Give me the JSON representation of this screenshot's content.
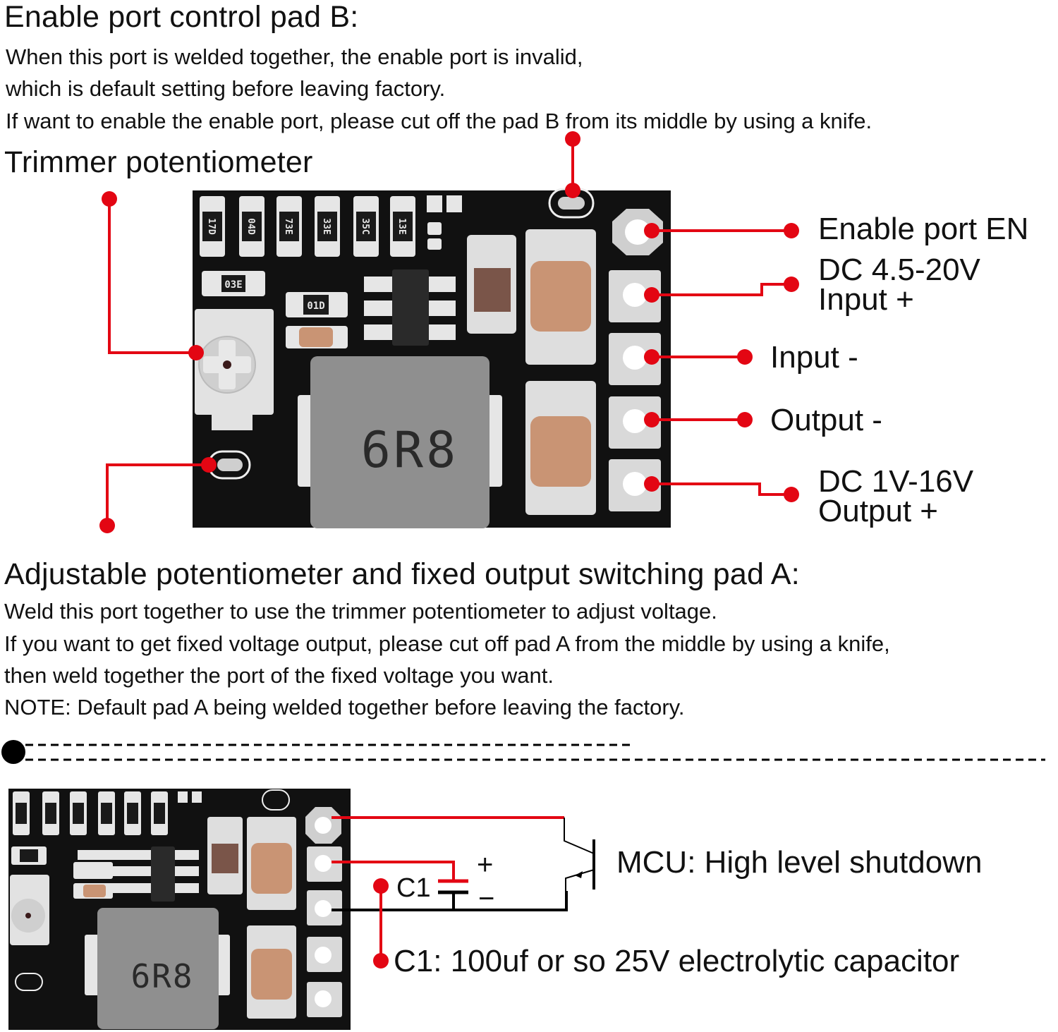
{
  "section_b": {
    "heading": "Enable port control pad B:",
    "lines": [
      "When this port is welded together, the enable port is invalid,",
      "which is default setting before leaving factory.",
      "If want to enable the enable port, please cut off the pad B from its middle by using a knife."
    ]
  },
  "trimmer_label": "Trimmer potentiometer",
  "pin_labels": {
    "enable": "Enable port EN",
    "input_plus_line1": "DC 4.5-20V",
    "input_plus_line2": "Input +",
    "input_minus": "Input -",
    "output_minus": "Output -",
    "output_plus_line1": "DC 1V-16V",
    "output_plus_line2": "Output +"
  },
  "board": {
    "inductor_marking": "6R8",
    "resistor_markings": [
      "17D",
      "04D",
      "73E",
      "33E",
      "35C",
      "13E"
    ],
    "small_resistor_markings": [
      "03E",
      "01D"
    ]
  },
  "section_a": {
    "heading": "Adjustable potentiometer and fixed output switching pad A:",
    "lines": [
      "Weld this port together to use the trimmer potentiometer to adjust voltage.",
      "If you want to get fixed voltage output, please cut off pad A from the middle by using a knife,",
      "then weld together the port of the fixed voltage you want.",
      "NOTE: Default pad A being welded together before leaving the factory."
    ]
  },
  "schematic": {
    "cap_label": "C1",
    "plus_sign": "+",
    "minus_sign": "−",
    "mcu_label": "MCU: High level shutdown",
    "cap_note": "C1: 100uf or so 25V electrolytic capacitor"
  },
  "colors": {
    "accent_red": "#e30613",
    "pcb_black": "#111111",
    "pad_silver": "#d9d9d9",
    "cap_tan": "#c99474",
    "inductor_gray": "#8f8f8f"
  }
}
